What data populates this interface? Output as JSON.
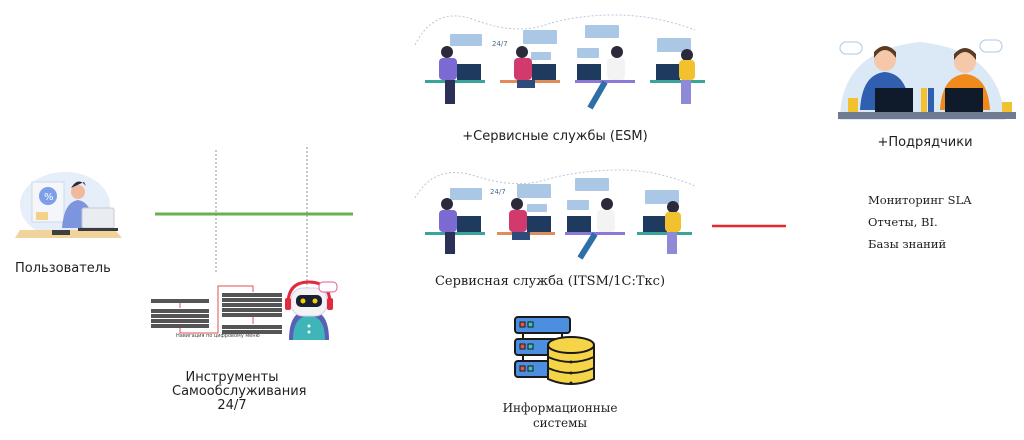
{
  "user": {
    "label": "Пользователь"
  },
  "self_service": {
    "nav_caption": "Навигация по цифровому меню",
    "label_lines": [
      "Инструменты",
      "Самообслуживания",
      "24/7"
    ]
  },
  "esm": {
    "label": "+Сервисные службы (ESM)",
    "badge": "24/7"
  },
  "itsm": {
    "label": "Сервисная служба (ITSM/1С:Ткс)",
    "badge": "24/7"
  },
  "info_systems": {
    "label_lines": [
      "Информационные",
      "системы"
    ]
  },
  "contractors": {
    "label": "+Подрядчики"
  },
  "features": [
    "Мониторинг  SLA",
    "Отчеты, BI.",
    "Базы знаний"
  ],
  "colors": {
    "green_line": "#6ab04c",
    "red_line": "#e8262b",
    "dashed_line": "#8a8f99",
    "server_blue": "#4c8fe0",
    "db_yellow": "#f5d547",
    "menu_gray": "#555555",
    "menu_arrow": "#d9534f"
  }
}
